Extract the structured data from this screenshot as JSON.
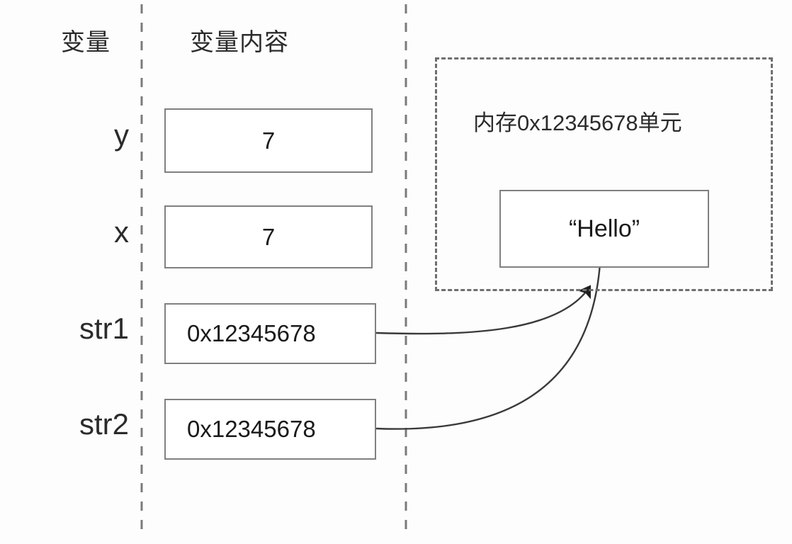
{
  "diagram": {
    "title_headers": {
      "variable": "变量",
      "content": "变量内容"
    },
    "rows": [
      {
        "name": "y",
        "value": "7"
      },
      {
        "name": "x",
        "value": "7"
      },
      {
        "name": "str1",
        "value": "0x12345678"
      },
      {
        "name": "str2",
        "value": "0x12345678"
      }
    ],
    "memory": {
      "region_label": "内存0x12345678单元",
      "cell_value": "“Hello”"
    },
    "colors": {
      "box_border": "#808080",
      "dashed_border": "#6f6f6f",
      "divider": "#7a7a7a",
      "arrow": "#3a3a3a",
      "text": "#1a1a1a",
      "background": "#fdfdfd"
    }
  }
}
